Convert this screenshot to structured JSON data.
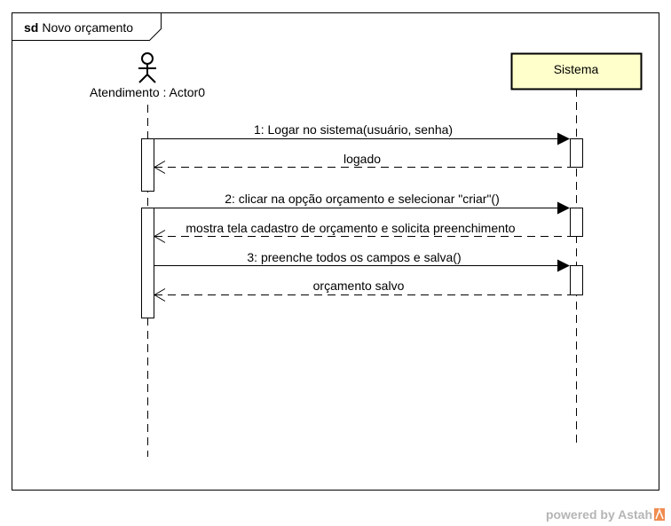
{
  "frame": {
    "keyword": "sd",
    "name": "Novo orçamento"
  },
  "actor": {
    "label": "Atendimento : Actor0",
    "icon": "stick-figure-icon"
  },
  "system": {
    "label": "Sistema",
    "fill_color": "#ffffcc"
  },
  "messages": [
    {
      "kind": "sync",
      "label": "1: Logar no sistema(usuário, senha)"
    },
    {
      "kind": "reply",
      "label": "logado"
    },
    {
      "kind": "sync",
      "label": "2: clicar na opção orçamento e selecionar \"criar\"()"
    },
    {
      "kind": "reply",
      "label": "mostra tela cadastro de orçamento e solicita preenchimento"
    },
    {
      "kind": "sync",
      "label": "3: preenche todos os campos e salva()"
    },
    {
      "kind": "reply",
      "label": "orçamento salvo"
    }
  ],
  "watermark": {
    "text": "powered by Astah",
    "logo_color": "#f08c50"
  }
}
